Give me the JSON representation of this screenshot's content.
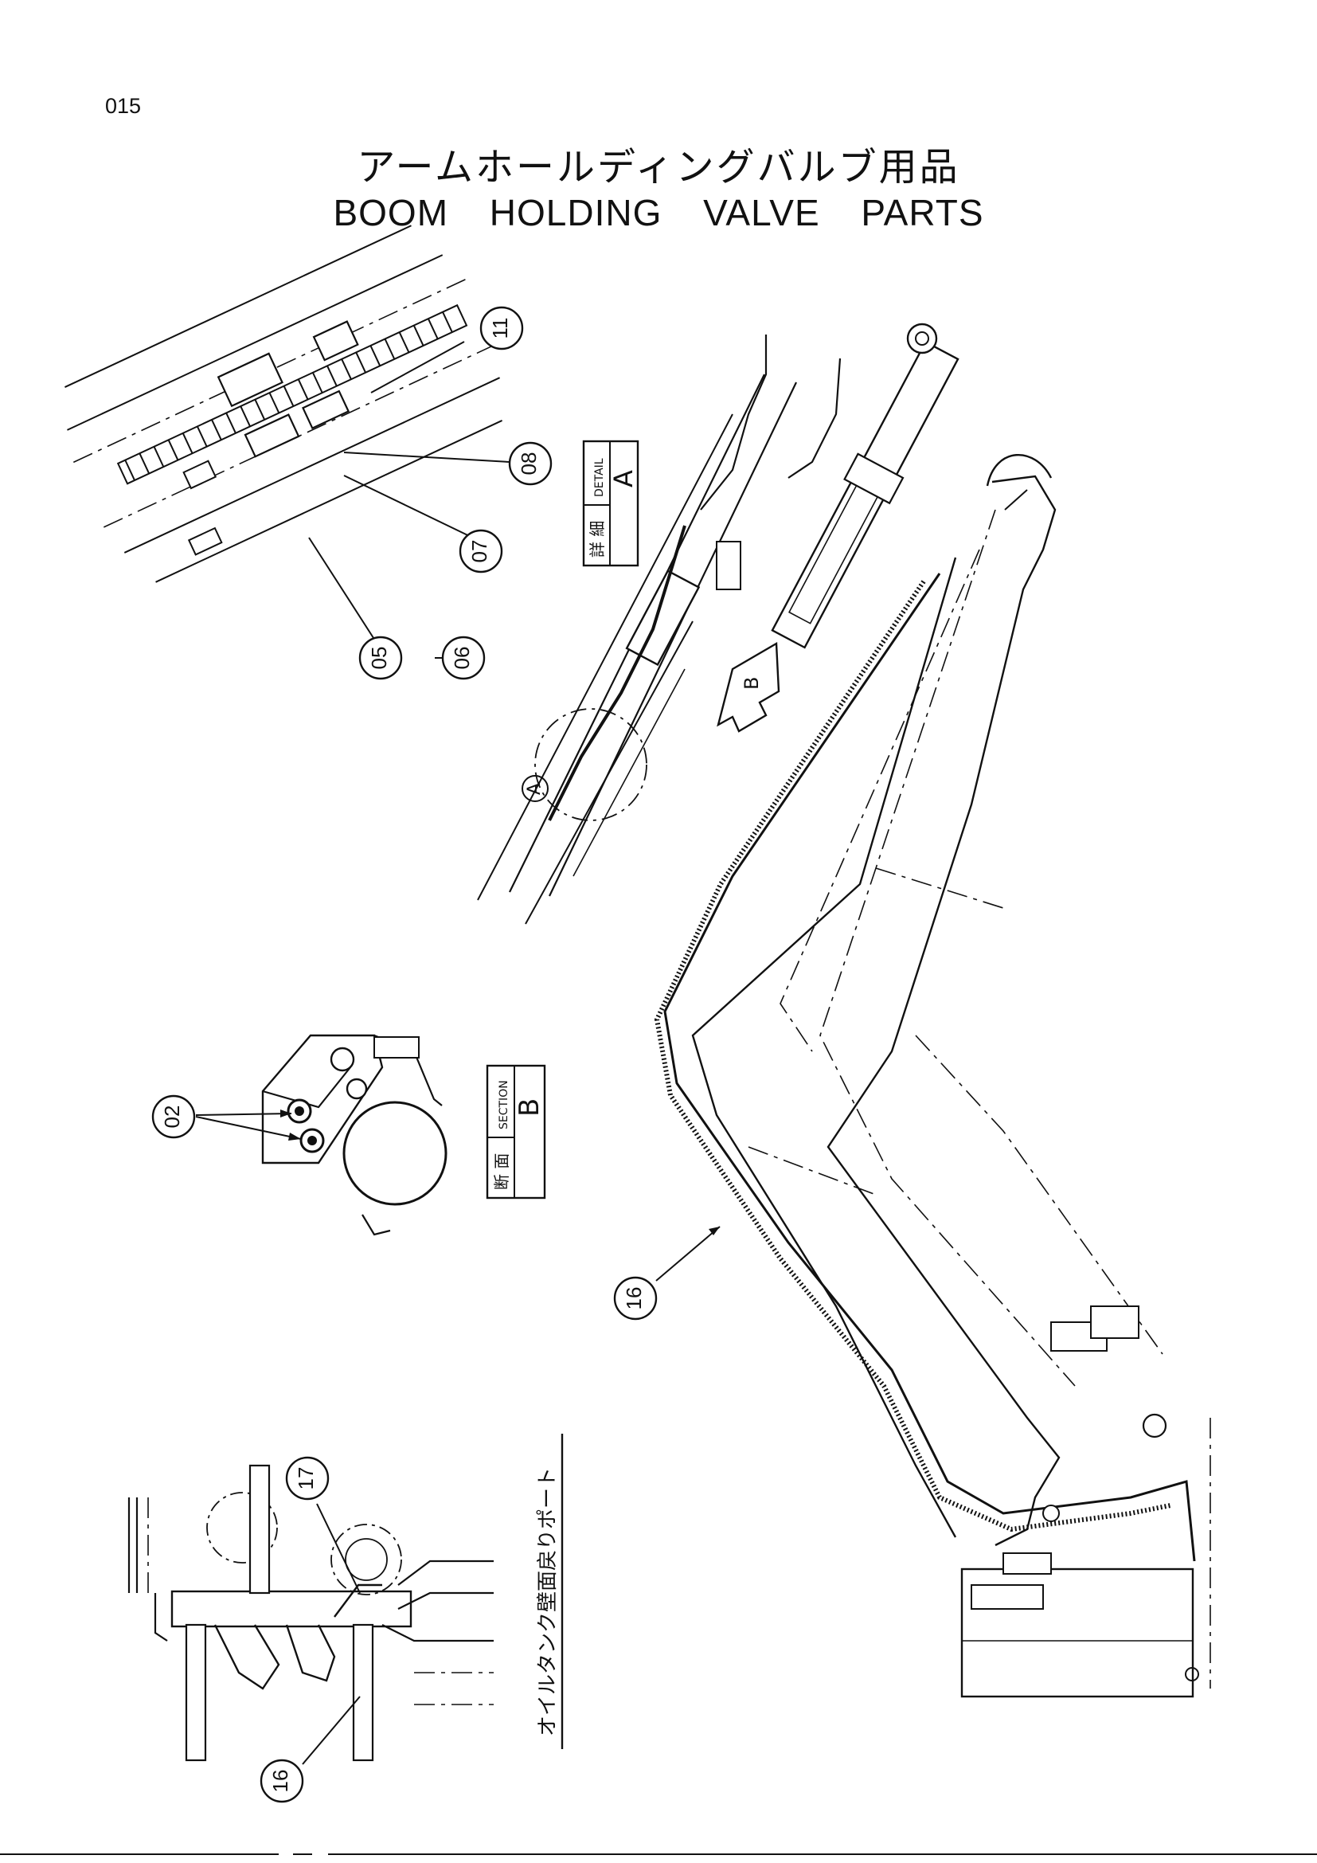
{
  "page": {
    "number": "015",
    "title_jp": "アームホールディングバルブ用品",
    "title_en": "BOOM HOLDING VALVE PARTS"
  },
  "detail_label": {
    "jp": "詳 細",
    "en": "DETAIL",
    "letter": "A"
  },
  "section_label": {
    "jp": "断 面",
    "en": "SECTION",
    "letter": "B"
  },
  "view_marker_a": "A",
  "view_marker_b": "B",
  "note_jp": "オイルタンク壁面戻りポート",
  "callouts": {
    "c11": "11",
    "c08": "08",
    "c07": "07",
    "c05": "05",
    "c06": "06",
    "c02": "02",
    "c16a": "16",
    "c17": "17",
    "c16b": "16"
  }
}
